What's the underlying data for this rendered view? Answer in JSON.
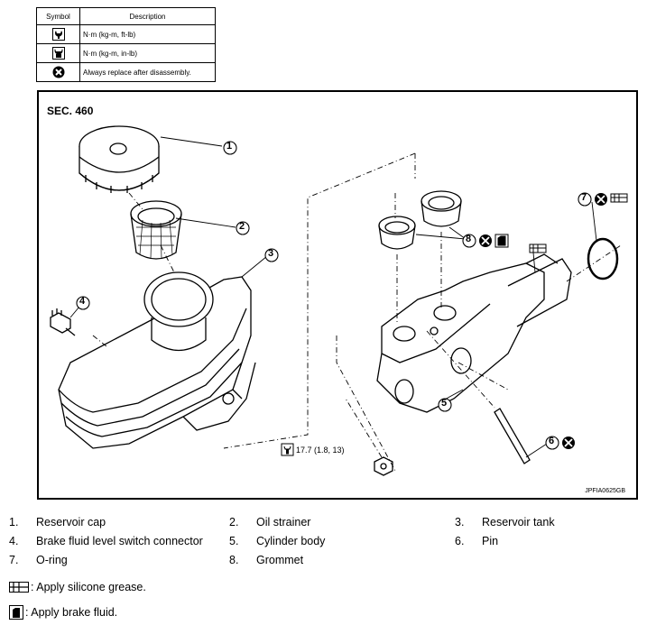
{
  "symbol_table": {
    "headers": {
      "symbol": "Symbol",
      "description": "Description"
    },
    "rows": [
      {
        "icon": "torque-wrench-icon",
        "description": "N·m (kg-m, ft-lb)"
      },
      {
        "icon": "torque-wrench-small-icon",
        "description": "N·m (kg-m, in-lb)"
      },
      {
        "icon": "always-replace-icon",
        "description": "Always replace after disassembly."
      }
    ]
  },
  "figure": {
    "section": "SEC. 460",
    "code": "JPFIA0625GB",
    "torque_value": "17.7 (1.8, 13)",
    "callouts": [
      "1",
      "2",
      "3",
      "4",
      "5",
      "6",
      "7",
      "8"
    ]
  },
  "parts": [
    {
      "num": "1.",
      "name": "Reservoir cap"
    },
    {
      "num": "2.",
      "name": "Oil strainer"
    },
    {
      "num": "3.",
      "name": "Reservoir tank"
    },
    {
      "num": "4.",
      "name": "Brake fluid level switch connector"
    },
    {
      "num": "5.",
      "name": "Cylinder body"
    },
    {
      "num": "6.",
      "name": "Pin"
    },
    {
      "num": "7.",
      "name": "O-ring"
    },
    {
      "num": "8.",
      "name": "Grommet"
    }
  ],
  "notes": {
    "silicone": ": Apply silicone grease.",
    "brake_fluid": ": Apply brake fluid."
  }
}
